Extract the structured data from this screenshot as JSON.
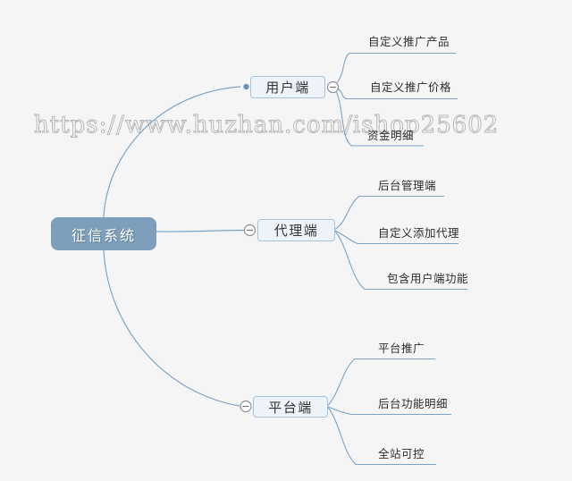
{
  "watermark": "https://www.huzhan.com/ishop25602",
  "colors": {
    "background": "#f5f5f5",
    "root_fill": "#7d9fbc",
    "root_text": "#ffffff",
    "branch_fill": "#edf3f9",
    "branch_border": "#a6c2db",
    "connector": "#7ca3c6",
    "collapse_ring": "#8e8e8e",
    "anchor_dot": "#6d94b4",
    "topic_text": "#2d2d2d"
  },
  "mindmap": {
    "root": {
      "label": "征信系统"
    },
    "branches": [
      {
        "label": "用户端",
        "children": [
          "自定义推广产品",
          "自定义推广价格",
          "资金明细"
        ]
      },
      {
        "label": "代理端",
        "children": [
          "后台管理端",
          "自定义添加代理",
          "包含用户端功能"
        ]
      },
      {
        "label": "平台端",
        "children": [
          "平台推广",
          "后台功能明细",
          "全站可控"
        ]
      }
    ]
  }
}
